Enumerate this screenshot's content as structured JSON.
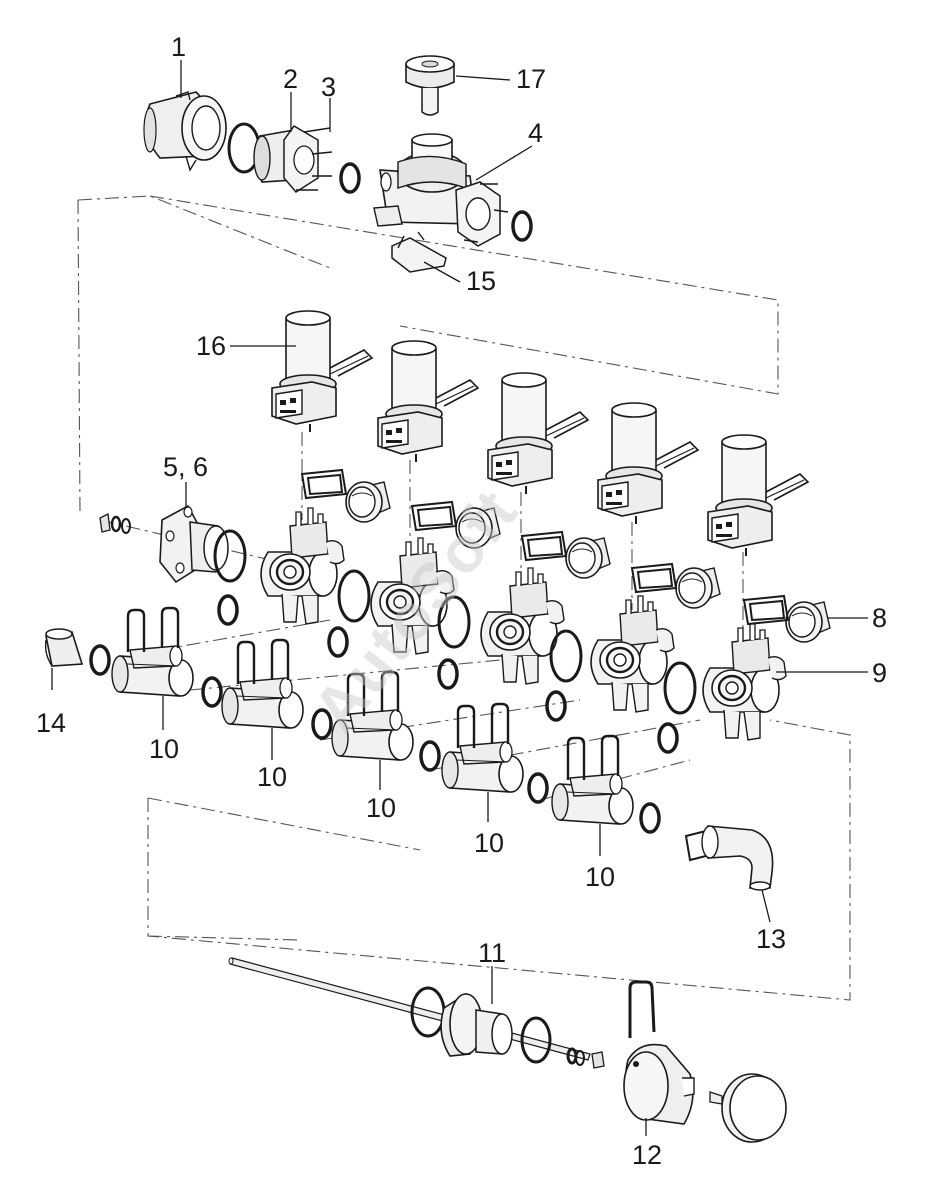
{
  "callouts": {
    "c1": "1",
    "c2": "2",
    "c3": "3",
    "c4": "4",
    "c17": "17",
    "c15": "15",
    "c16": "16",
    "c56": "5, 6",
    "c8": "8",
    "c9": "9",
    "c14": "14",
    "c10a": "10",
    "c10b": "10",
    "c10c": "10",
    "c10d": "10",
    "c10e": "10",
    "c13": "13",
    "c11": "11",
    "c12": "12"
  },
  "watermark": "AutoSoft",
  "colors": {
    "line": "#1a1a1a",
    "fill_light": "#f2f2f2",
    "fill_mid": "#d9d9d9",
    "dash": "#555555"
  }
}
